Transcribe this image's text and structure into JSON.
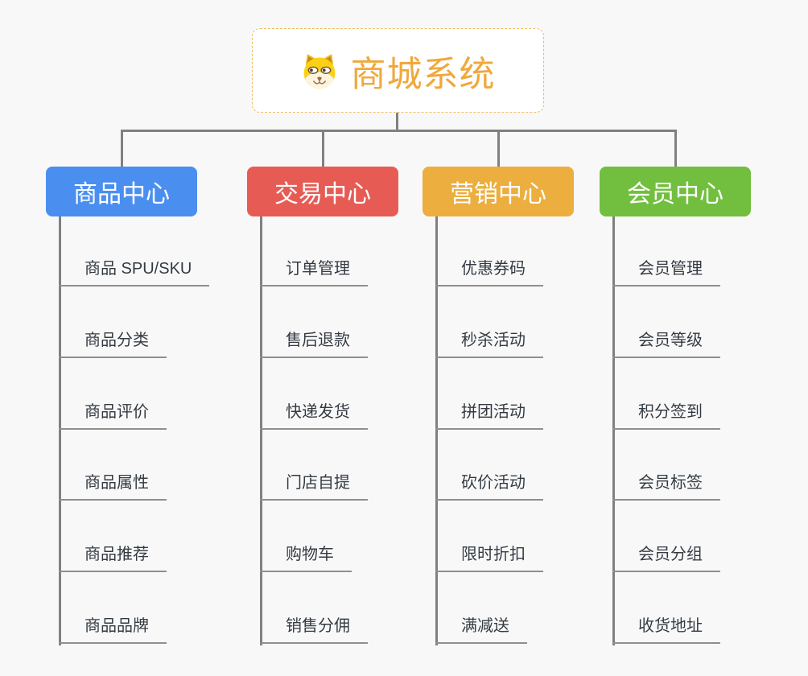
{
  "canvas": {
    "background": "#F8F8F8",
    "connector_color": "#808080",
    "leaf_underline_color": "#8F8F8F",
    "leaf_text_color": "#333A42"
  },
  "root": {
    "label": "商城系统",
    "icon": "dog-face-icon",
    "text_color": "#F0A83C",
    "border_color": "#F0BE62",
    "background": "#FFFFFF"
  },
  "branches": [
    {
      "label": "商品中心",
      "color": "#4A8FF0",
      "children": [
        "商品 SPU/SKU",
        "商品分类",
        "商品评价",
        "商品属性",
        "商品推荐",
        "商品品牌"
      ]
    },
    {
      "label": "交易中心",
      "color": "#E65C55",
      "children": [
        "订单管理",
        "售后退款",
        "快递发货",
        "门店自提",
        "购物车",
        "销售分佣"
      ]
    },
    {
      "label": "营销中心",
      "color": "#ECAE3E",
      "children": [
        "优惠券码",
        "秒杀活动",
        "拼团活动",
        "砍价活动",
        "限时折扣",
        "满减送"
      ]
    },
    {
      "label": "会员中心",
      "color": "#72BF3F",
      "children": [
        "会员管理",
        "会员等级",
        "积分签到",
        "会员标签",
        "会员分组",
        "收货地址"
      ]
    }
  ]
}
